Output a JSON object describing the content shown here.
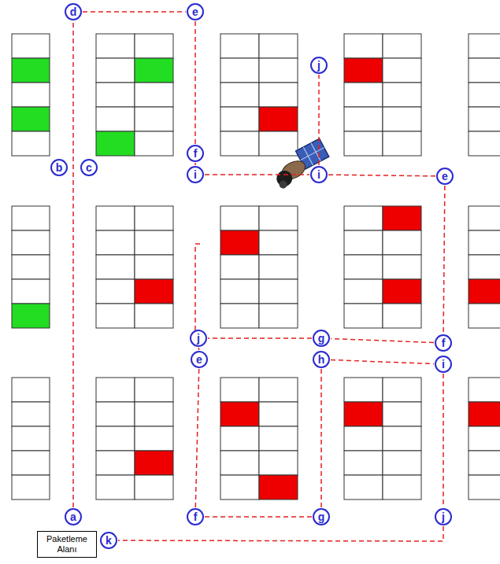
{
  "diagram": {
    "nodes": [
      {
        "text": [
          "d"
        ]
      },
      {
        "text": [
          "e"
        ]
      },
      {
        "text": [
          "j"
        ]
      },
      {
        "text": [
          "f"
        ]
      },
      {
        "text": [
          "b"
        ]
      },
      {
        "text": [
          "c"
        ]
      },
      {
        "text": [
          "i"
        ]
      },
      {
        "text": [
          "i"
        ]
      },
      {
        "text": [
          "e"
        ]
      },
      {
        "text": [
          "j"
        ]
      },
      {
        "text": [
          "g"
        ]
      },
      {
        "text": [
          "f"
        ]
      },
      {
        "text": [
          "e"
        ]
      },
      {
        "text": [
          "h"
        ]
      },
      {
        "text": [
          "i"
        ]
      },
      {
        "text": [
          "a"
        ]
      },
      {
        "text": [
          "f"
        ]
      },
      {
        "text": [
          "g"
        ]
      },
      {
        "text": [
          "j"
        ]
      },
      {
        "text": [
          "k"
        ]
      },
      {
        "text": [
          "Paketleme Alanı"
        ]
      }
    ],
    "edges": [
      {
        "from": 15,
        "to": 0,
        "arrow": "none"
      },
      {
        "from": 0,
        "to": 1,
        "arrow": "none"
      },
      {
        "from": 1,
        "to": 3,
        "arrow": "none"
      },
      {
        "from": 3,
        "to": 6,
        "arrow": "none"
      },
      {
        "from": 6,
        "to": 7,
        "arrow": "none"
      },
      {
        "from": 7,
        "to": 2,
        "arrow": "none"
      },
      {
        "from": 7,
        "to": 8,
        "arrow": "none"
      },
      {
        "from": 8,
        "to": 11,
        "arrow": "none"
      },
      {
        "from": 11,
        "to": 10,
        "arrow": "none"
      },
      {
        "from": 10,
        "to": 9,
        "arrow": "none"
      },
      {
        "from": 9,
        "to": 12,
        "arrow": "none"
      },
      {
        "from": 12,
        "to": 16,
        "arrow": "none"
      },
      {
        "from": 16,
        "to": 17,
        "arrow": "none"
      },
      {
        "from": 17,
        "to": 13,
        "arrow": "none"
      },
      {
        "from": 13,
        "to": 14,
        "arrow": "none"
      },
      {
        "from": 14,
        "to": 18,
        "arrow": "none"
      },
      {
        "from": 18,
        "to": 19,
        "arrow": "none"
      }
    ]
  }
}
